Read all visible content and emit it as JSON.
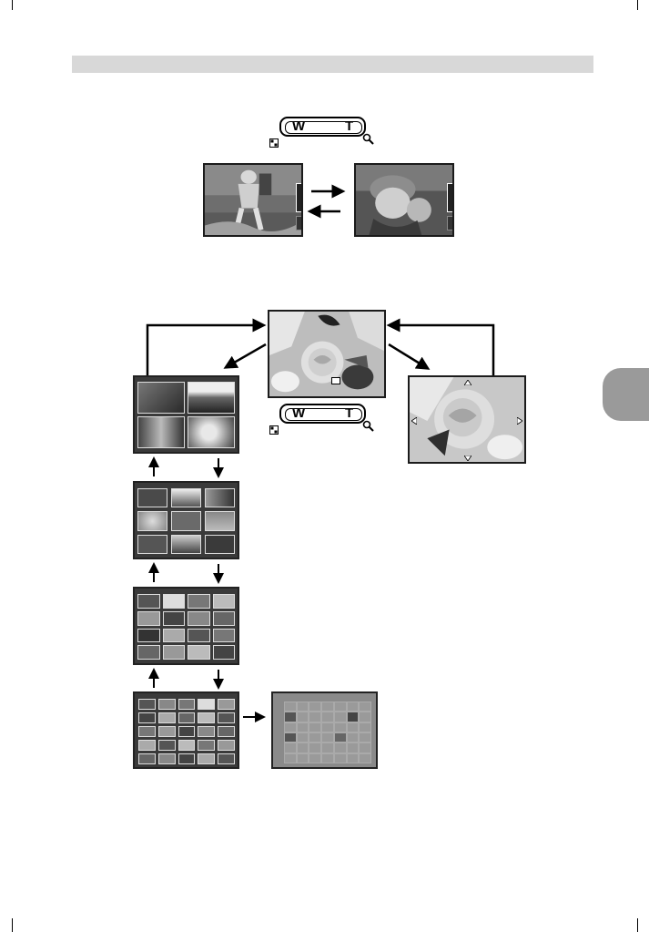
{
  "zoom_lever": {
    "wide_label": "W",
    "tele_label": "T",
    "wide_icon": "index-grid-icon",
    "tele_icon": "magnifier-icon"
  },
  "colors": {
    "header_bar": "#d8d8d8",
    "side_tab": "#9a9a9a",
    "arrow": "#000000"
  },
  "figures": {
    "zoom_example": [
      "child-photo-wide",
      "child-photo-zoomed"
    ],
    "index_views": [
      "single-frame-rose",
      "index-4-frames",
      "index-9-frames",
      "index-16-frames",
      "index-25-frames",
      "calendar-view",
      "close-up-playback"
    ]
  }
}
